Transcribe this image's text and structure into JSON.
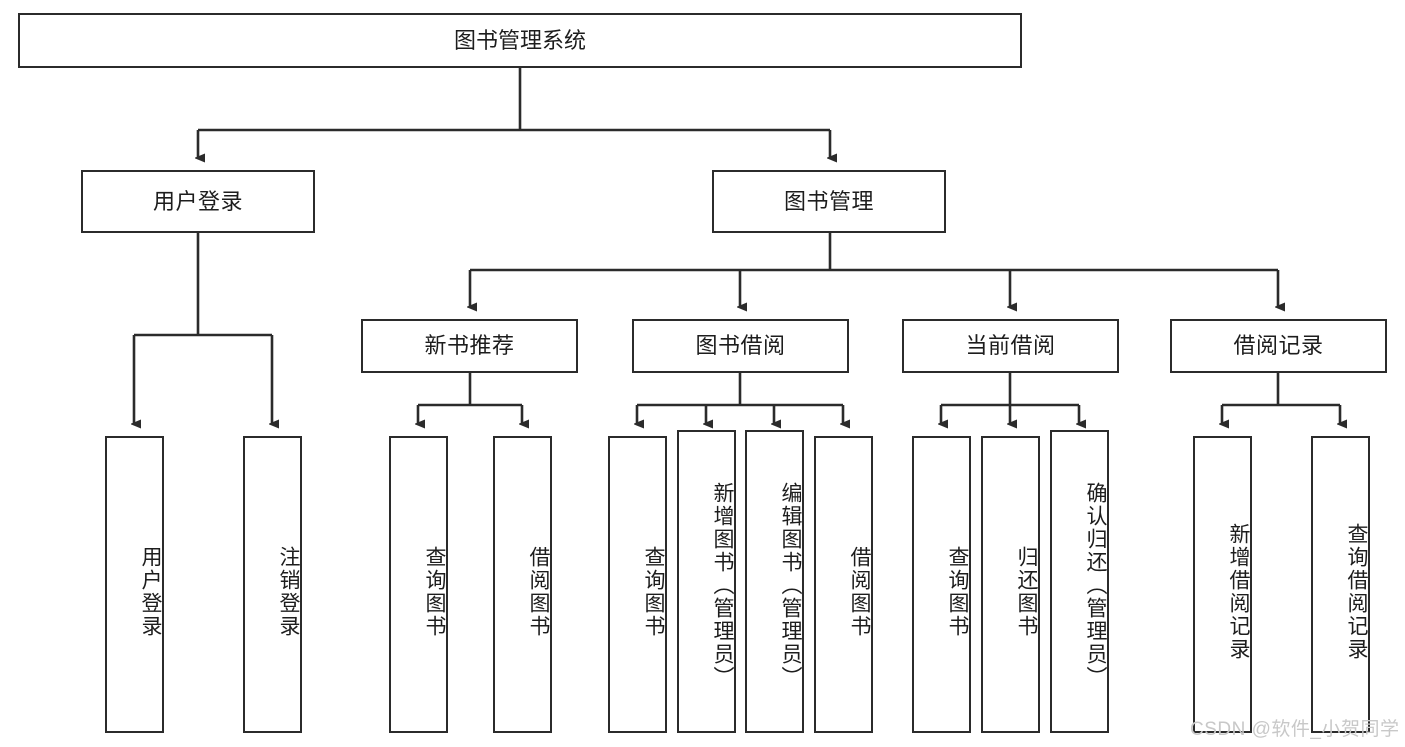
{
  "diagram": {
    "type": "tree-hierarchy",
    "title": "图书管理系统",
    "stroke_color": "#2b2b2b",
    "text_color": "#1d1d1d",
    "background_color": "#ffffff",
    "root": {
      "label": "图书管理系统"
    },
    "level2": [
      {
        "label": "用户登录"
      },
      {
        "label": "图书管理"
      }
    ],
    "level3": [
      {
        "label": "新书推荐"
      },
      {
        "label": "图书借阅"
      },
      {
        "label": "当前借阅"
      },
      {
        "label": "借阅记录"
      }
    ],
    "leaves": {
      "user_login": [
        {
          "label": "用户登录"
        },
        {
          "label": "注销登录"
        }
      ],
      "new_book_recommend": [
        {
          "label": "查询图书"
        },
        {
          "label": "借阅图书"
        }
      ],
      "book_borrow": [
        {
          "label": "查询图书"
        },
        {
          "label": "新增图书（管理员）"
        },
        {
          "label": "编辑图书（管理员）"
        },
        {
          "label": "借阅图书"
        }
      ],
      "current_borrow": [
        {
          "label": "查询图书"
        },
        {
          "label": "归还图书"
        },
        {
          "label": "确认归还（管理员）"
        }
      ],
      "borrow_record": [
        {
          "label": "新增借阅记录"
        },
        {
          "label": "查询借阅记录"
        }
      ]
    }
  },
  "watermark": {
    "text": "CSDN @软件_小贺同学"
  }
}
